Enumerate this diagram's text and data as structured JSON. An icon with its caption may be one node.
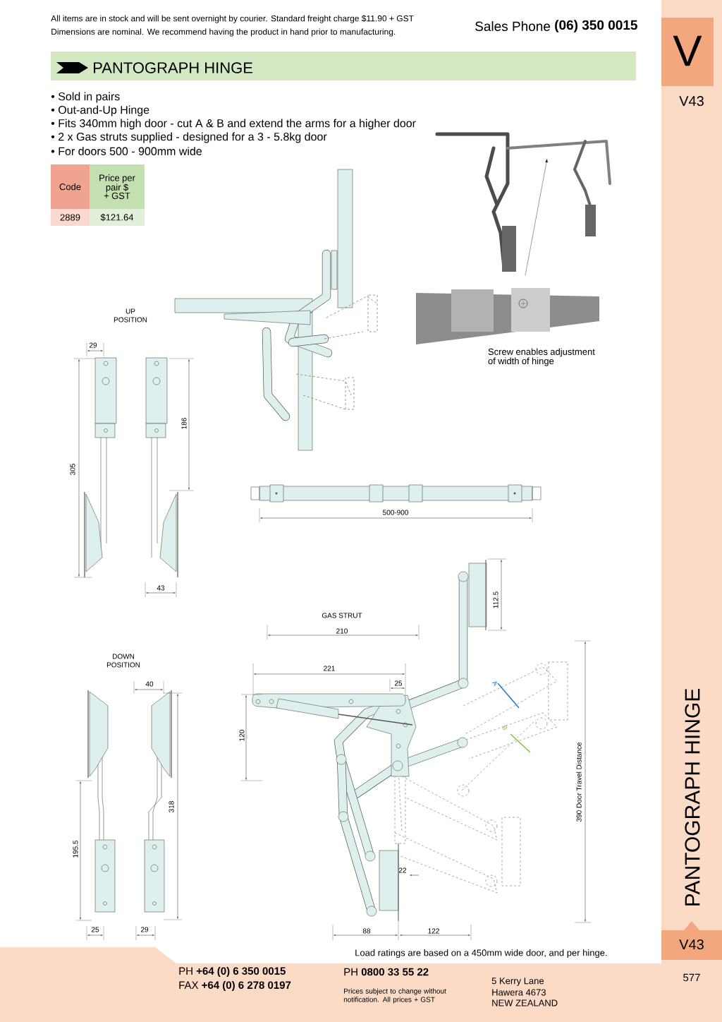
{
  "diagram": {
    "title": "PANTOGRAPH HINGE",
    "labels": [
      "All items are in stock and will be sent overnight by courier. Standard freight charge $11.90 + GST",
      "Dimensions are nominal. We recommend having the product in hand prior to manufacturing.",
      "Sales Phone",
      "(06) 350 0015",
      "V",
      "• Sold in pairs",
      "V43",
      "• Out-and-Up Hinge",
      "• Fits 340mm high door - cut A & B and extend the arms for a higher door",
      "• 2 x Gas struts supplied - designed for a 3 - 5.8kg door",
      "• For doors 500 - 900mm wide",
      "Code",
      "Price per pair $ + GST",
      "2889",
      "$121.64",
      "UP POSITION",
      "29",
      "305",
      "186",
      "43",
      "Screw enables adjustment of width of hinge",
      "500-900",
      "GAS STRUT",
      "210",
      "112.5",
      "221",
      "25",
      "120",
      "A",
      "B",
      "390 Door Travel Distance",
      "22",
      "88",
      "122",
      "DOWN POSITION",
      "40",
      "318",
      "195.5",
      "25",
      "29",
      "PANTOGRAPH HINGE",
      "V43",
      "577",
      "Load ratings are based on a 450mm wide door, and per hinge.",
      "PH **+64 (0) 6 350 0015**",
      "FAX **+64 (0) 6 278 0197**",
      "PH **0800 33 55 22**",
      "Prices subject to change without notification. All prices + GST",
      "5 Kerry Lane",
      "Hawera 4673",
      "NEW ZEALAND"
    ]
  }
}
